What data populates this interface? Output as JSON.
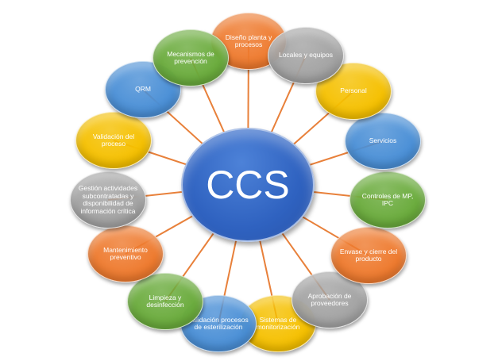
{
  "center": {
    "label": "CCS",
    "color": "#3366c4"
  },
  "line_color": "#e8803a",
  "nodes": [
    {
      "label": "Sistemas de monitorización",
      "color": "#f5c000"
    },
    {
      "label": "Validación procesos de esterilización",
      "color": "#4a8fd6"
    },
    {
      "label": "Limpieza y desinfección",
      "color": "#6aab3c"
    },
    {
      "label": "Aprobación de proveedores",
      "color": "#a3a3a3"
    },
    {
      "label": "Mantenimiento preventivo",
      "color": "#ee7a2e"
    },
    {
      "label": "Envase y cierre del producto",
      "color": "#ee7a2e"
    },
    {
      "label": "Gestión actividades subcontratadas y disponibilidad de información crítica",
      "color": "#a3a3a3"
    },
    {
      "label": "Controles de MP, IPC",
      "color": "#6aab3c"
    },
    {
      "label": "Validación del proceso",
      "color": "#f5c000"
    },
    {
      "label": "Servicios",
      "color": "#4a8fd6"
    },
    {
      "label": "QRM",
      "color": "#4a8fd6"
    },
    {
      "label": "Personal",
      "color": "#f5c000"
    },
    {
      "label": "Diseño planta y procesos",
      "color": "#ee7a2e"
    },
    {
      "label": "Locales y equipos",
      "color": "#a3a3a3"
    },
    {
      "label": "Mecanismos de prevención",
      "color": "#6aab3c"
    }
  ]
}
